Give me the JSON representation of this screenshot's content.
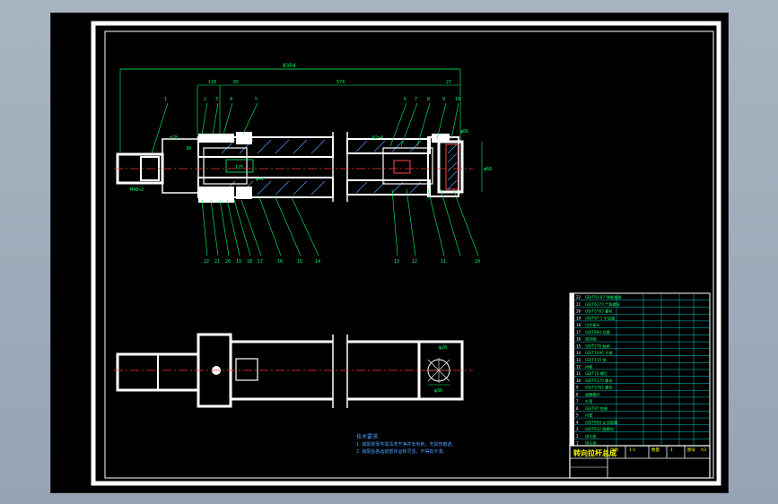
{
  "drawing": {
    "dimensions": {
      "overall": "8354",
      "left_a": "110",
      "left_b": "65",
      "middle": "574",
      "right": "27",
      "left_dia": "φ78",
      "small_a": "30",
      "small_b": "φ56",
      "inner": "φ42",
      "center": "125",
      "right_dia": "φ66",
      "right_tag": "φ20",
      "right_vert": "φ68",
      "bottom_label": "φ36",
      "left_tag": "M48×2",
      "right_note": "R2×4"
    },
    "leaders_top": [
      "1",
      "2",
      "3",
      "4",
      "5",
      "6",
      "7",
      "8",
      "9",
      "10"
    ],
    "leaders_bottom": [
      "22",
      "21",
      "20",
      "19",
      "18",
      "17",
      "16",
      "15",
      "14",
      "13",
      "12",
      "11",
      "10"
    ]
  },
  "notes": {
    "heading": "技术要求:",
    "lines": [
      "1. 装配前零件需清洗干净并去毛刺，无损伤痕迹。",
      "2. 装配后各运动部件运转灵活，不得有卡滞。"
    ]
  },
  "title_block": {
    "title": "转向拉杆总成",
    "cells": [
      "比例",
      "1:1",
      "数量",
      "1",
      "图号",
      "A3"
    ]
  },
  "bom_rows": [
    [
      "22",
      "GB/T93-87 弹簧垫圈"
    ],
    [
      "21",
      "GB/T6170 六角螺母"
    ],
    [
      "20",
      "GB/T5783 螺栓"
    ],
    [
      "19",
      "GB/T97.1 平垫圈"
    ],
    [
      "18",
      "拉杆接头"
    ],
    [
      "17",
      "GB/T894 挡圈"
    ],
    [
      "16",
      "密封圈"
    ],
    [
      "15",
      "GB/T276 轴承"
    ],
    [
      "14",
      "GB/T1096 平键"
    ],
    [
      "13",
      "GB/T119 销"
    ],
    [
      "12",
      "衬套"
    ],
    [
      "11",
      "GB/T70 螺钉"
    ],
    [
      "10",
      "GB/T6170 螺母"
    ],
    [
      "9",
      "GB/T5782 螺栓"
    ],
    [
      "8",
      "调整螺杆"
    ],
    [
      "7",
      "外管"
    ],
    [
      "6",
      "GB/T97 垫圈"
    ],
    [
      "5",
      "内管"
    ],
    [
      "4",
      "GB/T858 止动垫圈"
    ],
    [
      "3",
      "GB/T812 圆螺母"
    ],
    [
      "2",
      "球头座"
    ],
    [
      "1",
      "球头销"
    ]
  ]
}
